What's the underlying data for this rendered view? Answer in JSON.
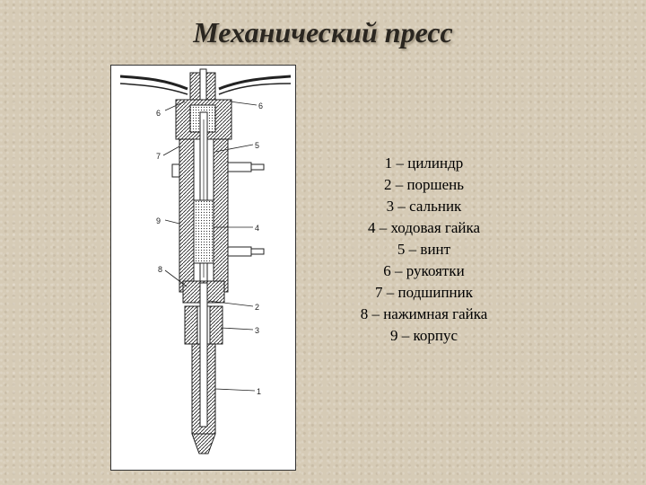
{
  "title": "Механический пресс",
  "figure": {
    "callouts": [
      "6",
      "6",
      "7",
      "5",
      "4",
      "9",
      "8",
      "2",
      "3",
      "1"
    ]
  },
  "legend": [
    "1 – цилиндр",
    "2 – поршень",
    "3 – сальник",
    "4 – ходовая гайка",
    "5 – винт",
    "6 – рукоятки",
    "7 – подшипник",
    "8 – нажимная гайка",
    "9 – корпус"
  ]
}
